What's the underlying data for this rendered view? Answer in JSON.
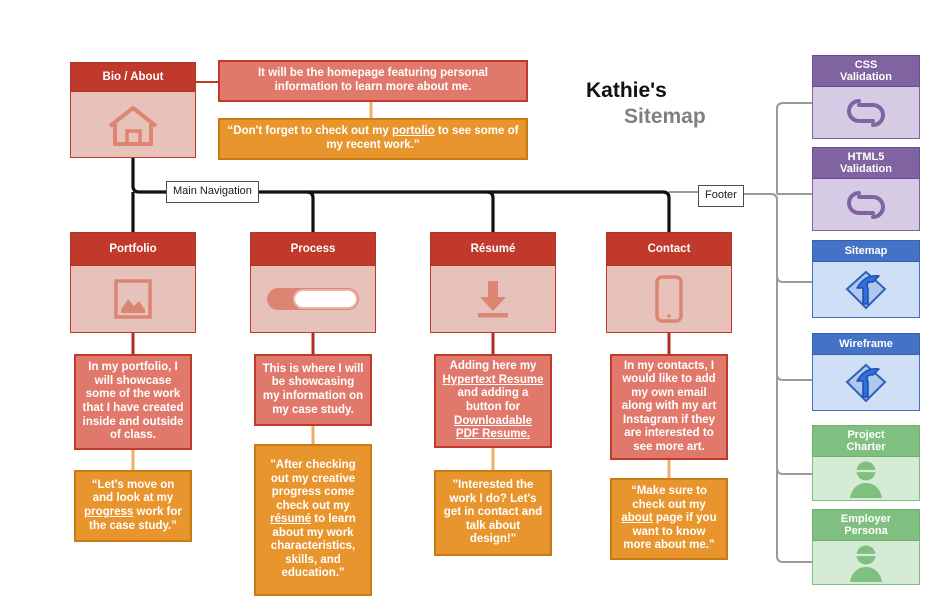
{
  "title": {
    "line1": "Kathie's",
    "line2": "Sitemap"
  },
  "bus_labels": {
    "main_nav": "Main Navigation",
    "footer": "Footer"
  },
  "colors": {
    "red_header": "#C0392B",
    "red_body": "#E6C2BB",
    "salmon": "#E0796B",
    "orange": "#E8952E",
    "purple_header": "#8064A2",
    "purple_body": "#D6CBE4",
    "blue_header": "#4472C4",
    "blue_body": "#CFDFF6",
    "green_header": "#7FBF7F",
    "green_body": "#D6EBD6",
    "wire_black": "#111111",
    "wire_gray": "#9a9a9a"
  },
  "home": {
    "label": "Bio / About",
    "icon": "home-icon",
    "description": "It will be the homepage featuring personal information to learn more about me.",
    "quote": "“Don't forget to check out my portolio to see some of my recent work.”",
    "quote_parts": {
      "before": "“Don't forget to check out my ",
      "link": "portolio",
      "after": " to see some of my recent work.”"
    }
  },
  "nav": [
    {
      "label": "Portfolio",
      "icon": "image-icon",
      "description": "In my portfolio, I will showcase some of the work that I have created inside and outside of class.",
      "quote_parts": {
        "before": "“Let's move on and look at my ",
        "link": "progress",
        "after": " work for the case study.”"
      }
    },
    {
      "label": "Process",
      "icon": "progress-bar-icon",
      "description": "This is where I will be showcasing my information on my case study.",
      "quote_parts": {
        "before": "\"After checking out my creative progress come check out my ",
        "link": "résumé",
        "after": " to learn about my work characteristics, skills, and education.\""
      }
    },
    {
      "label": "Résumé",
      "icon": "download-icon",
      "description_parts": {
        "before": "Adding here my ",
        "link1": "Hypertext Resume",
        "middle": " and adding a button for ",
        "link2": "Downloadable PDF Resume."
      },
      "quote_parts": {
        "before": "\"Interested the work I do? Let's get in contact and talk about design!\"",
        "link": "",
        "after": ""
      }
    },
    {
      "label": "Contact",
      "icon": "phone-icon",
      "description": "In my contacts, I would like to add my own email along with my art Instagram if they are interested to see more art.",
      "quote_parts": {
        "before": "“Make sure to check out my ",
        "link": "about",
        "after": " page if you want to know more about me.”"
      }
    }
  ],
  "footer_items": [
    {
      "label": "CSS Validation",
      "label_line1": "CSS",
      "label_line2": "Validation",
      "icon": "link-loops-icon",
      "theme": "purple"
    },
    {
      "label": "HTML5 Validation",
      "label_line1": "HTML5",
      "label_line2": "Validation",
      "icon": "link-loops-icon",
      "theme": "purple"
    },
    {
      "label": "Sitemap",
      "label_line1": "Sitemap",
      "label_line2": "",
      "icon": "diamond-arrow-icon",
      "theme": "blue"
    },
    {
      "label": "Wireframe",
      "label_line1": "Wireframe",
      "label_line2": "",
      "icon": "diamond-arrow-icon",
      "theme": "blue"
    },
    {
      "label": "Project Charter",
      "label_line1": "Project",
      "label_line2": "Charter",
      "icon": "person-icon",
      "theme": "green"
    },
    {
      "label": "Employer Persona",
      "label_line1": "Employer",
      "label_line2": "Persona",
      "icon": "person-icon",
      "theme": "green"
    }
  ]
}
